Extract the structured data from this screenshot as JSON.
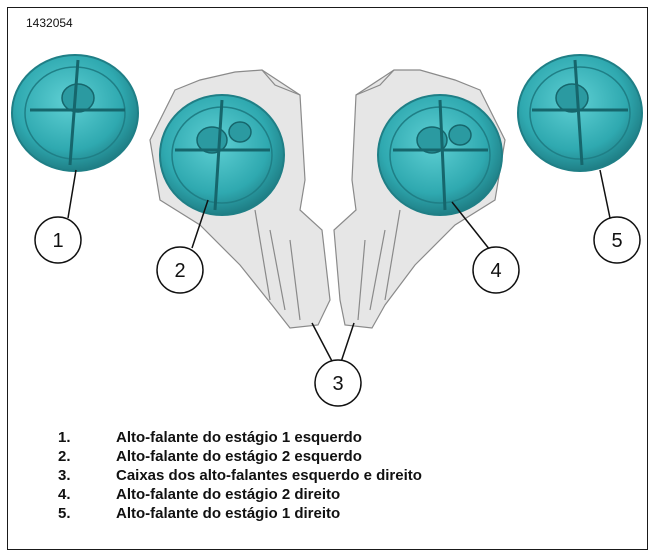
{
  "figure_id": "1432054",
  "callouts": [
    "1",
    "2",
    "3",
    "4",
    "5"
  ],
  "legend": [
    {
      "num": "1.",
      "text": "Alto-falante do estágio 1 esquerdo"
    },
    {
      "num": "2.",
      "text": "Alto-falante do estágio 2 esquerdo"
    },
    {
      "num": "3.",
      "text": "Caixas dos alto-falantes esquerdo e direito"
    },
    {
      "num": "4.",
      "text": "Alto-falante do estágio 2 direito"
    },
    {
      "num": "5.",
      "text": "Alto-falante do estágio 1 direito"
    }
  ],
  "colors": {
    "speaker": "#3bb7bd",
    "speaker_dark": "#1f7f86",
    "housing": "#e3e3e3",
    "line": "#111111"
  }
}
